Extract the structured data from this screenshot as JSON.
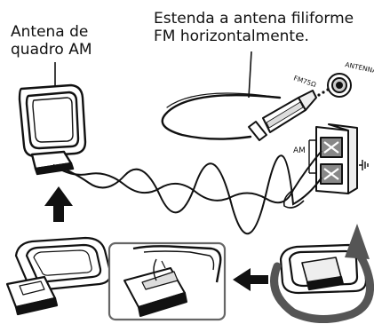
{
  "labels": {
    "am_antenna": [
      "Antena de",
      "quadro AM"
    ],
    "fm_instruction": [
      "Estenda a antena filiforme",
      "FM horizontalmente."
    ]
  },
  "panel": {
    "antenna_jack": "ANTENNA",
    "fm_jack": "FM75Ω",
    "am_terminal": "AM"
  },
  "icons": {
    "step_up_arrow": "up-arrow-icon",
    "step_left_arrow": "left-arrow-icon",
    "rotate_arrow": "rotate-arrow-icon"
  }
}
